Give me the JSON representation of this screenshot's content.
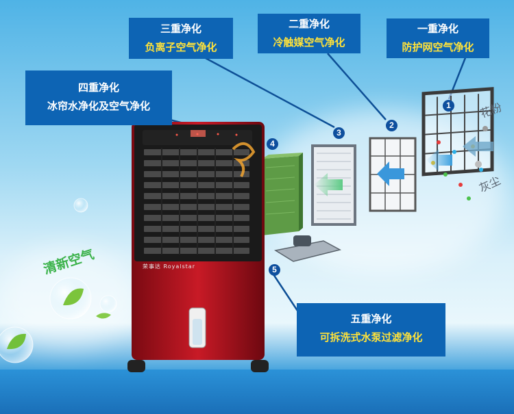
{
  "labels": {
    "stage1": {
      "title": "一重净化",
      "desc": "防护网空气净化"
    },
    "stage2": {
      "title": "二重净化",
      "desc": "冷触媒空气净化"
    },
    "stage3": {
      "title": "三重净化",
      "desc": "负离子空气净化"
    },
    "stage4": {
      "title": "四重净化",
      "desc": "冰帘水净化及空气净化"
    },
    "stage5": {
      "title": "五重净化",
      "desc": "可拆洗式水泵过滤净化"
    }
  },
  "markers": [
    "1",
    "2",
    "3",
    "4",
    "5"
  ],
  "side_text": {
    "pollen": "花粉",
    "dust": "灰尘"
  },
  "fresh_air": "清新空气",
  "brand": "荣事达 Royalstar",
  "colors": {
    "label_bg": "#0d64b4",
    "highlight": "#ffe23a",
    "cooler_red": "#b0121f",
    "marker": "#0e4f9e"
  },
  "icons": [
    "leaf-icon",
    "bubble-icon",
    "arrow-icon"
  ]
}
